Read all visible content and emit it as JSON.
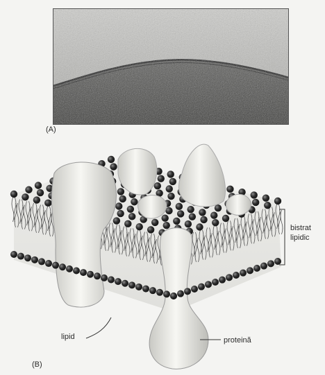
{
  "panel_a": {
    "label": "(A)"
  },
  "panel_b": {
    "label": "(B)",
    "labels": {
      "lipid": "lipid",
      "protein": "proteină",
      "bilayer_line1": "bistrat",
      "bilayer_line2": "lipidic"
    }
  }
}
